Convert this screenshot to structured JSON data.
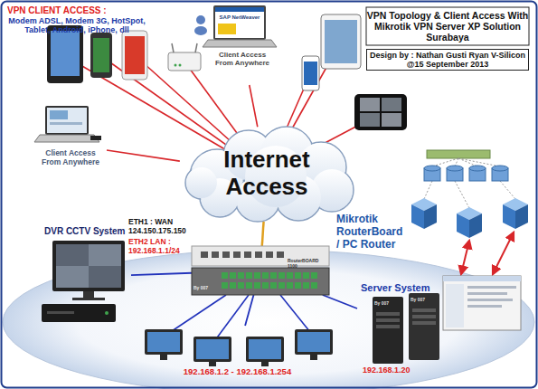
{
  "diagram": {
    "title": "VPN Topology & Client Access With Mikrotik VPN Server XP Solution Surabaya",
    "nodes": [
      {
        "text": [
          "Design by : Nathan Gusti Ryan V-Silicon @15 September 2013"
        ]
      },
      {
        "text": [
          "Client Access From Anywhere"
        ]
      },
      {
        "text": [
          "Client Access From Anywhere"
        ]
      },
      {
        "text": [
          "Internet Access"
        ]
      },
      {
        "text": [
          "Mikrotik RouterBoard / PC Router",
          "RouterBOARD 1100"
        ]
      },
      {
        "text": [
          "DVR CCTV System"
        ]
      },
      {
        "text": [
          "192.168.1.2 - 192.168.1.254"
        ]
      },
      {
        "text": [
          "Server System",
          "192.168.1.20"
        ]
      }
    ],
    "edges": [
      {
        "from": 1,
        "to": 3,
        "arrow": "none"
      },
      {
        "from": 2,
        "to": 3,
        "arrow": "none"
      },
      {
        "from": 4,
        "to": 3,
        "arrow": "none"
      },
      {
        "from": 4,
        "to": 5,
        "arrow": "none"
      },
      {
        "from": 4,
        "to": 6,
        "arrow": "none"
      },
      {
        "from": 4,
        "to": 7,
        "arrow": "none"
      }
    ],
    "labels": [
      "VPN CLIENT ACCESS :",
      "Modem ADSL, Modem 3G, HotSpot, Tablet, Android, iPhone, dll",
      "ETH1 : WAN",
      "124.150.175.150",
      "ETH2 LAN :",
      "192.168.1.1/24",
      "SAP NetWeaver",
      "By 007",
      "By 007",
      "By 007"
    ]
  }
}
